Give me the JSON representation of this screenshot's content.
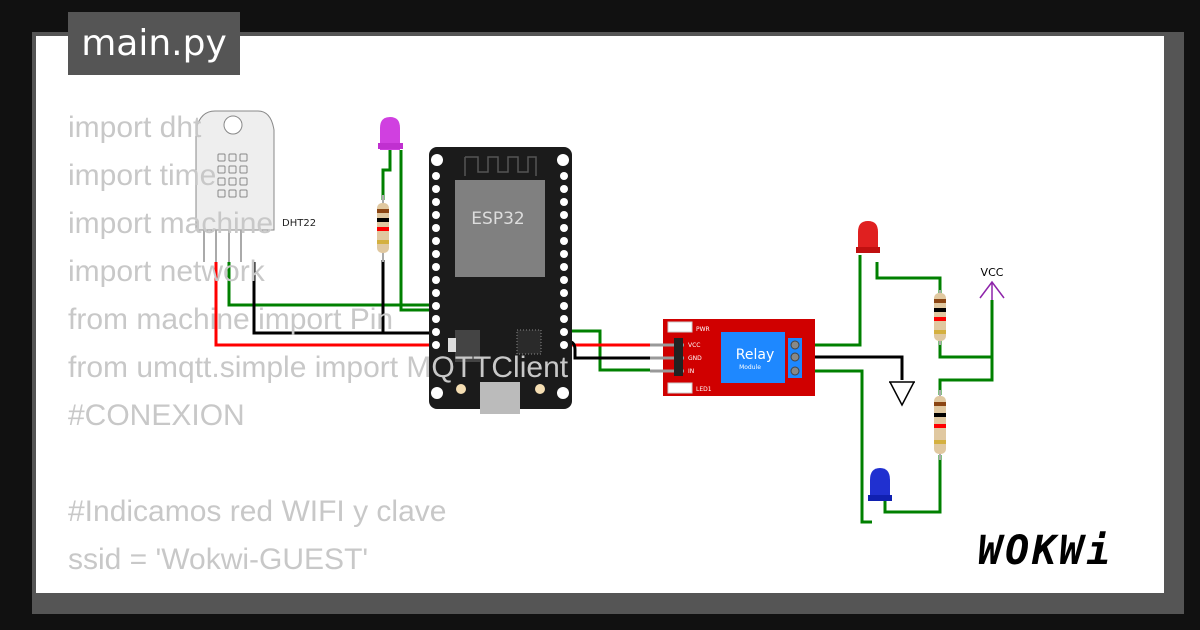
{
  "tab": {
    "filename": "main.py"
  },
  "code": {
    "lines": [
      "import dht",
      "import time",
      "import machine",
      "import network",
      "from machine import Pin",
      "from umqtt.simple import MQTTClient",
      "#CONEXION",
      "",
      "#Indicamos red WIFI y clave",
      "ssid = 'Wokwi-GUEST'"
    ]
  },
  "circuit": {
    "dht_label": "DHT22",
    "esp_label": "ESP32",
    "relay_label": "Relay",
    "relay_sublabel": "Module",
    "relay_pins": [
      "VCC",
      "GND",
      "IN"
    ],
    "relay_pwr": "PWR",
    "relay_led": "LED1",
    "vcc_label": "VCC",
    "led_colors": {
      "purple": "#d040e0",
      "red": "#e02020",
      "blue": "#2030d0"
    },
    "wire_colors": {
      "signal": "#008000",
      "power": "#ff0000",
      "ground": "#000000"
    }
  },
  "branding": {
    "logo": "WOKWi"
  }
}
